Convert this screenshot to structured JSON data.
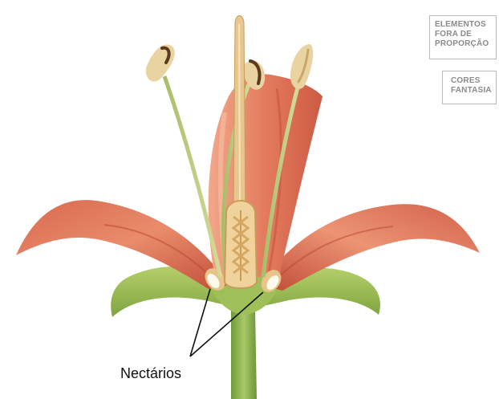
{
  "badges": [
    {
      "lines": [
        "ELEMENTOS",
        "FORA DE",
        "PROPORÇÃO"
      ]
    },
    {
      "lines": [
        "CORES",
        "FANTASIA"
      ]
    }
  ],
  "callout": {
    "label": "Nectários"
  },
  "colors": {
    "petal": "#e07a5f",
    "petal_dark": "#c7503a",
    "leaf": "#8fb24a",
    "stem": "#7ea646",
    "anther": "#e9d3a0",
    "ovary": "#f3d9a4",
    "nectary": "#fff7e0"
  }
}
